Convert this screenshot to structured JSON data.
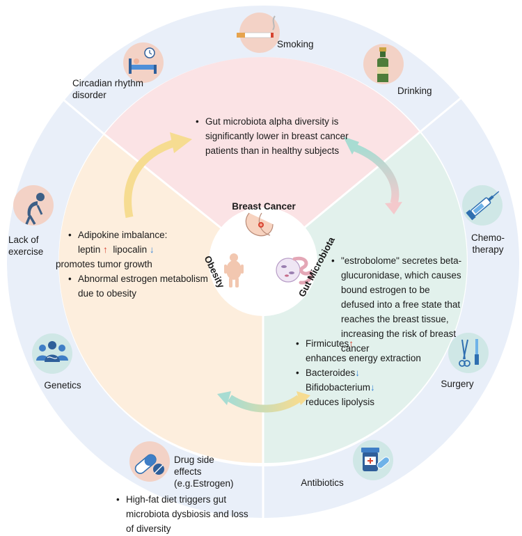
{
  "center": {
    "breast_cancer": "Breast Cancer",
    "obesity": "Obesity",
    "gut_microbiota": "Gut Microbiota"
  },
  "sections": {
    "breast_cancer_text": "Gut microbiota alpha diversity is significantly lower in breast cancer patients than in healthy subjects",
    "obesity_text": {
      "item1_line1": "Adipokine imbalance:",
      "item1_leptin": "leptin",
      "item1_up": "↑",
      "item1_lipocalin": "lipocalin",
      "item1_down": "↓",
      "item1_line3": "promotes tumor growth",
      "item2": "Abnormal estrogen metabolism due to obesity"
    },
    "gut_text": "\"estrobolome\" secretes beta-glucuronidase, which causes bound estrogen to be defused into a free state that reaches the breast tissue, increasing the risk of breast cancer",
    "diet_text": "High-fat diet triggers gut microbiota dysbiosis and loss of diversity",
    "gut_obesity_text": {
      "firmicutes": "Firmicutes",
      "firmicutes_arrow": "↑",
      "firmicutes_effect": "enhances energy extraction",
      "bacteroides": "Bacteroides",
      "bacteroides_arrow": "↓",
      "bifidobacterium": "Bifidobacterium",
      "bifidobacterium_arrow": "↓",
      "bifido_effect": "reduces lipolysis"
    }
  },
  "factors": {
    "smoking": {
      "label": "Smoking",
      "icon": "cigarette-icon"
    },
    "drinking": {
      "label": "Drinking",
      "icon": "bottle-icon"
    },
    "circadian": {
      "label": "Circadian rhythm disorder",
      "icon": "sleep-clock-icon"
    },
    "chemotherapy": {
      "label": "Chemo- therapy",
      "icon": "syringe-icon"
    },
    "lack_of_exercise": {
      "label": "Lack of exercise",
      "icon": "tired-person-icon"
    },
    "surgery": {
      "label": "Surgery",
      "icon": "scissors-icon"
    },
    "genetics": {
      "label": "Genetics",
      "icon": "people-dna-icon"
    },
    "drug_side_effects": {
      "label": "Drug side effects (e.g.Estrogen)",
      "icon": "pill-icon"
    },
    "antibiotics": {
      "label": "Antibiotics",
      "icon": "medicine-bottle-icon"
    }
  },
  "colors": {
    "outer_ring": "#e9eff9",
    "breast_sector": "#fbe3e5",
    "obesity_sector": "#fdeedd",
    "gut_sector": "#e2f1ec",
    "arrow_yellow": "#f6dc91",
    "arrow_teal": "#a8dcd2",
    "up_arrow": "#d64431",
    "down_arrow": "#2f7fd6",
    "icon_bg": "#f3d2c6"
  }
}
